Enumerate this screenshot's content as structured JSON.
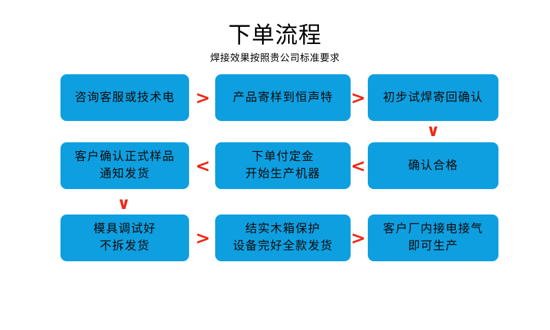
{
  "header": {
    "title": "下单流程",
    "subtitle": "焊接效果按照贵公司标准要求"
  },
  "colors": {
    "node_fill": "#0e9fe0",
    "node_text": "#0a0a0a",
    "arrow": "#ec2a16",
    "background": "#ffffff"
  },
  "chart_data": {
    "type": "diagram",
    "title": "下单流程",
    "subtitle": "焊接效果按照贵公司标准要求",
    "flow_direction": "boustrophedon (row1 left-to-right, row2 right-to-left, row3 left-to-right)",
    "nodes": [
      {
        "id": "n1",
        "row": 1,
        "col": 1,
        "lines": [
          "咨询客服或技术电"
        ]
      },
      {
        "id": "n2",
        "row": 1,
        "col": 2,
        "lines": [
          "产品寄样到恒声特"
        ]
      },
      {
        "id": "n3",
        "row": 1,
        "col": 3,
        "lines": [
          "初步试焊寄回确认"
        ]
      },
      {
        "id": "n4",
        "row": 2,
        "col": 1,
        "lines": [
          "客户确认正式样品",
          "通知发货"
        ]
      },
      {
        "id": "n5",
        "row": 2,
        "col": 2,
        "lines": [
          "下单付定金",
          "开始生产机器"
        ]
      },
      {
        "id": "n6",
        "row": 2,
        "col": 3,
        "lines": [
          "确认合格"
        ]
      },
      {
        "id": "n7",
        "row": 3,
        "col": 1,
        "lines": [
          "模具调试好",
          "不拆发货"
        ]
      },
      {
        "id": "n8",
        "row": 3,
        "col": 2,
        "lines": [
          "结实木箱保护",
          "设备完好全款发货"
        ]
      },
      {
        "id": "n9",
        "row": 3,
        "col": 3,
        "lines": [
          "客户厂内接电接气",
          "即可生产"
        ]
      }
    ],
    "connectors": [
      {
        "from": "n1",
        "to": "n2",
        "glyph": ">",
        "direction": "right"
      },
      {
        "from": "n2",
        "to": "n3",
        "glyph": ">",
        "direction": "right"
      },
      {
        "from": "n3",
        "to": "n6",
        "glyph": "∨",
        "direction": "down"
      },
      {
        "from": "n6",
        "to": "n5",
        "glyph": "<",
        "direction": "left"
      },
      {
        "from": "n5",
        "to": "n4",
        "glyph": "<",
        "direction": "left"
      },
      {
        "from": "n4",
        "to": "n7",
        "glyph": "∨",
        "direction": "down"
      },
      {
        "from": "n7",
        "to": "n8",
        "glyph": ">",
        "direction": "right"
      },
      {
        "from": "n8",
        "to": "n9",
        "glyph": ">",
        "direction": "right"
      }
    ]
  }
}
